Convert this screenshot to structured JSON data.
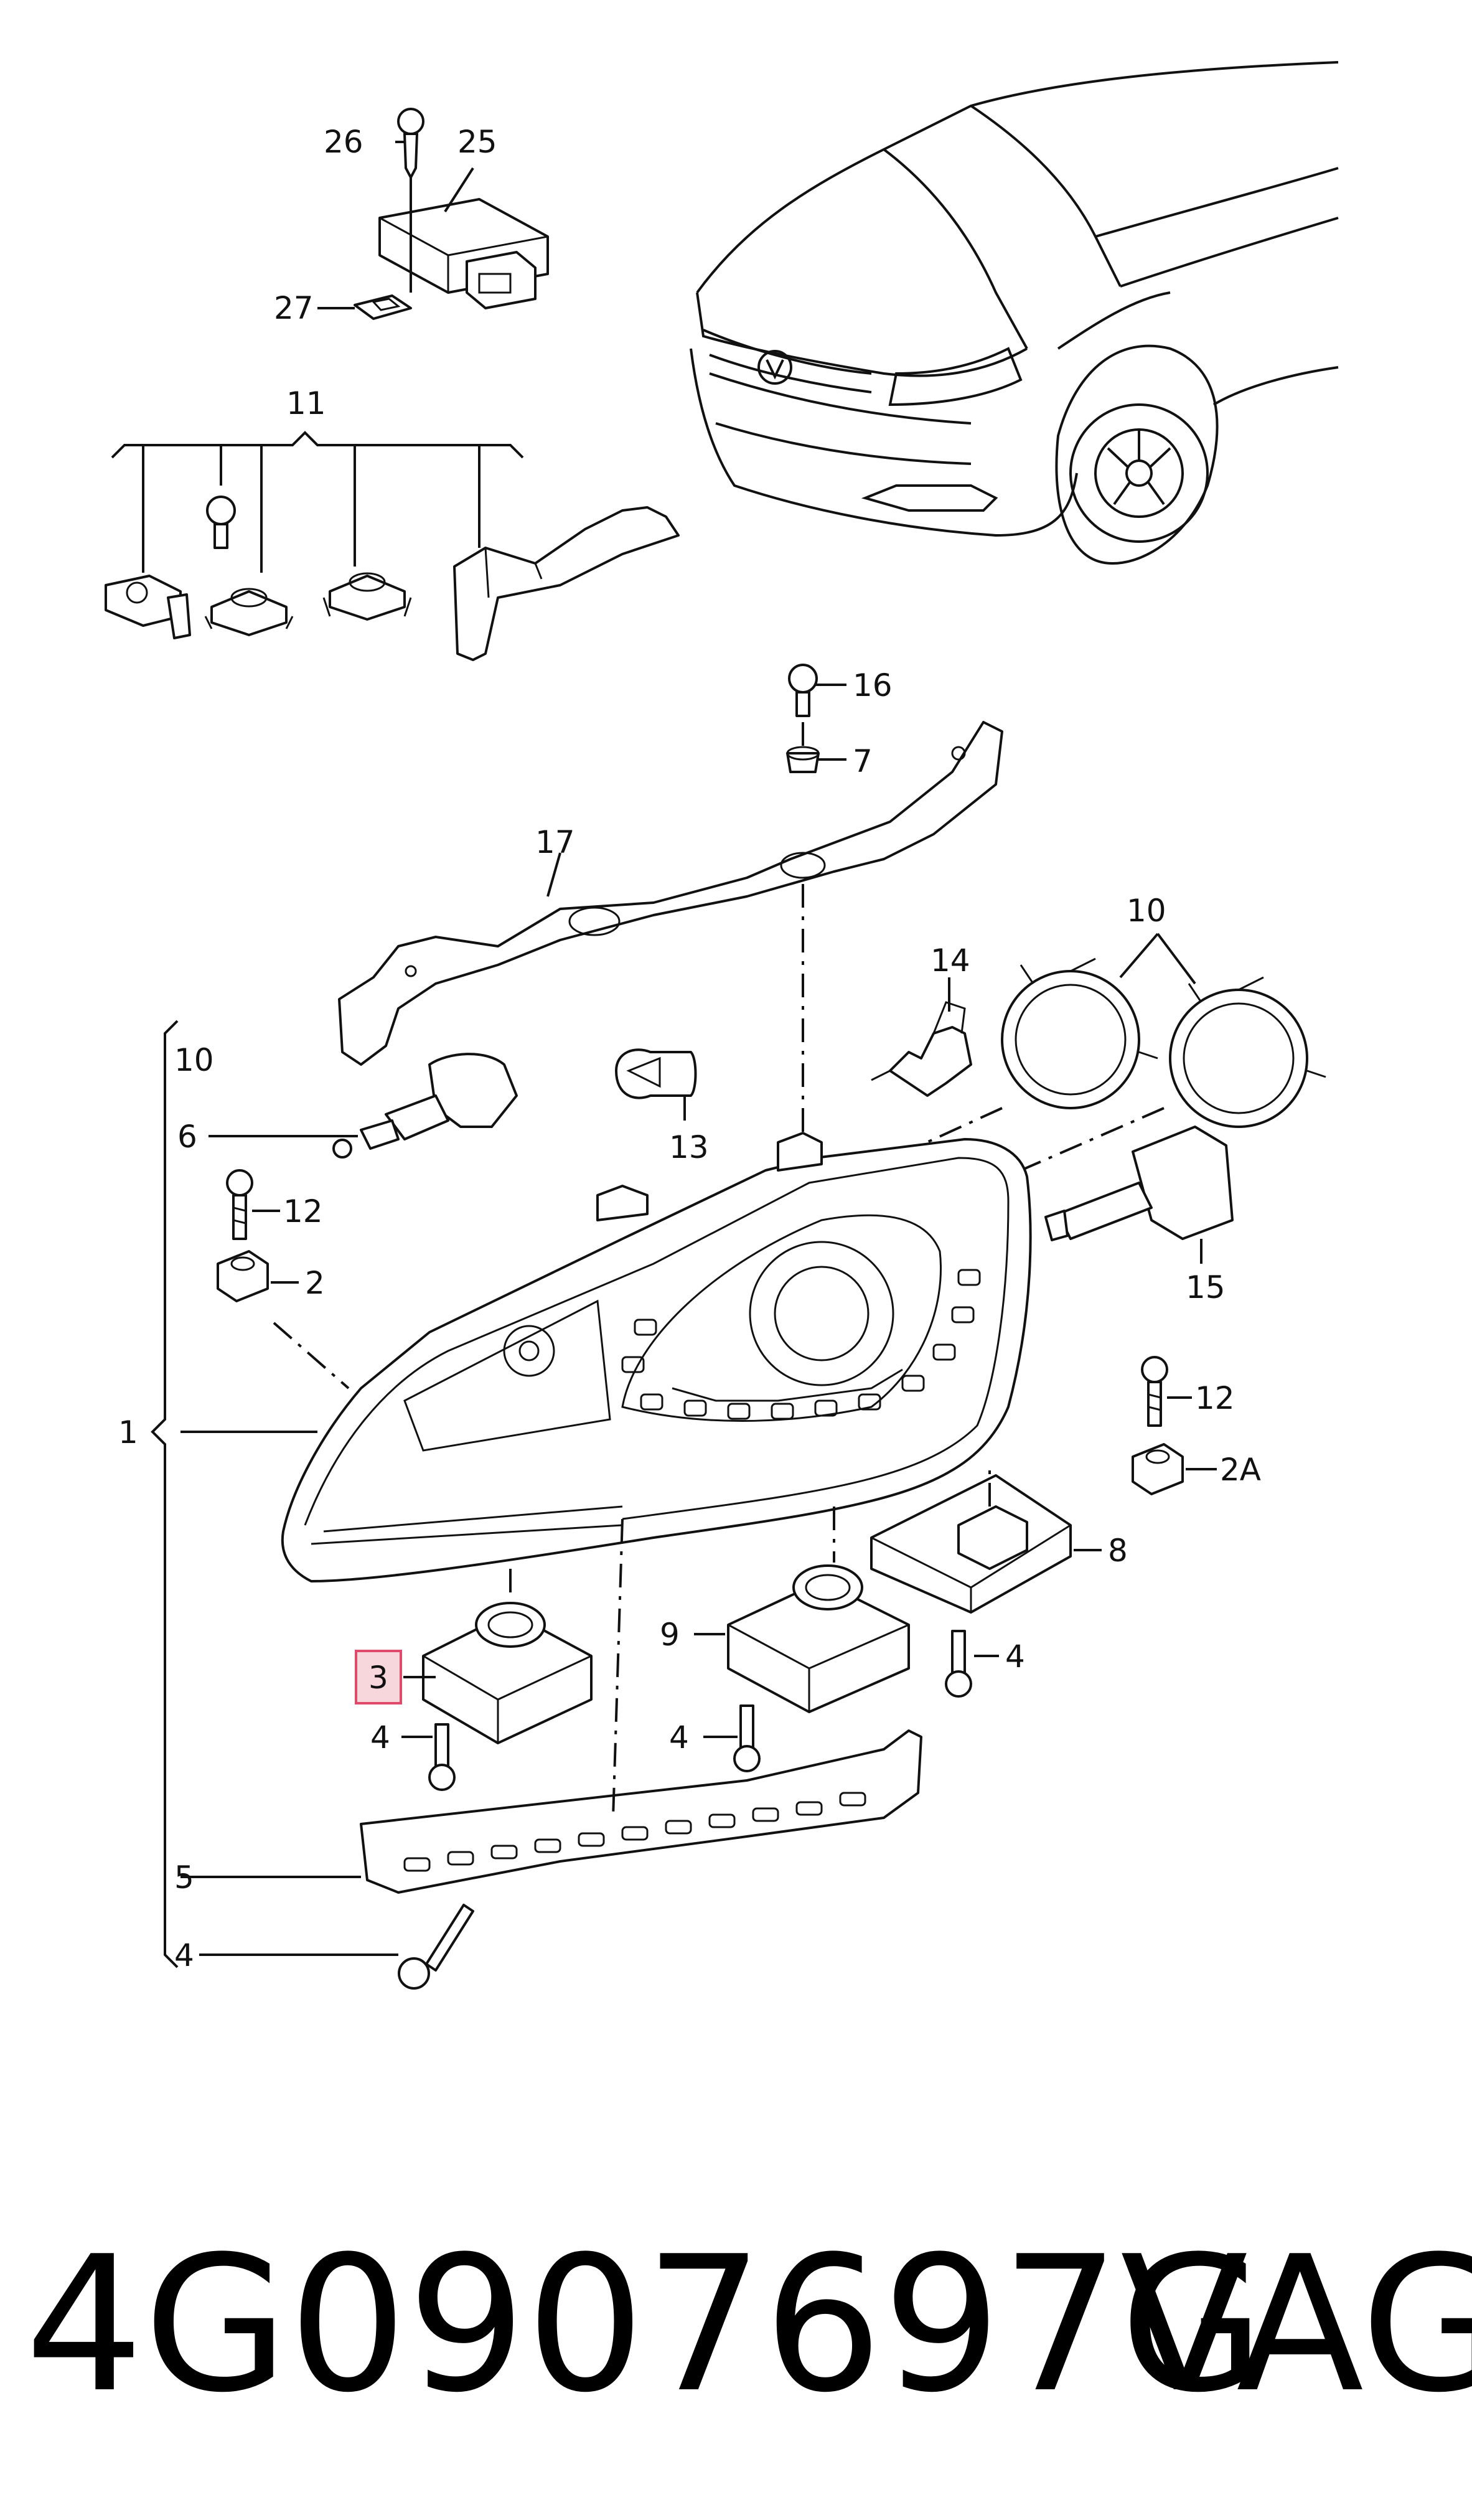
{
  "callouts": {
    "c1": "1",
    "c2": "2",
    "c2a": "2A",
    "c3": "3",
    "c4": "4",
    "c5": "5",
    "c6": "6",
    "c7": "7",
    "c8": "8",
    "c9": "9",
    "c10": "10",
    "c11": "11",
    "c12": "12",
    "c13": "13",
    "c14": "14",
    "c15": "15",
    "c16": "16",
    "c17": "17",
    "c25": "25",
    "c26": "26",
    "c27": "27"
  },
  "highlight": {
    "callout": "3",
    "color": "#e04a6a"
  },
  "caption": {
    "part_number": "4G0907697G",
    "brand": "VAG"
  }
}
